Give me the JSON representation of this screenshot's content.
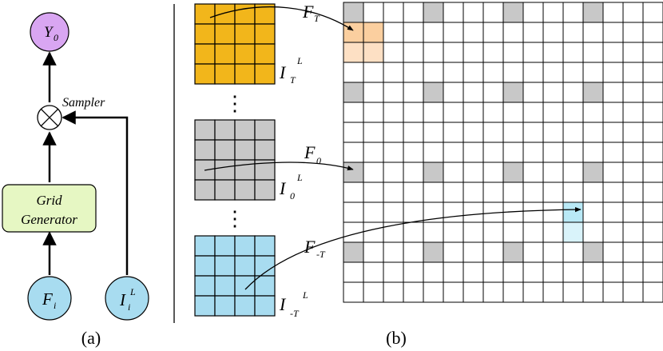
{
  "panel_a": {
    "caption": "(a)",
    "output_node": {
      "symbol": "Y",
      "subscript": "0",
      "color": "#d9a6f2"
    },
    "sampler": {
      "label": "Sampler",
      "symbol": "⊗"
    },
    "grid_generator": {
      "line1": "Grid",
      "line2": "Generator",
      "color": "#e6f7c3"
    },
    "input_f": {
      "symbol": "F",
      "subscript": "i",
      "color": "#a8dcf0"
    },
    "input_i": {
      "symbol": "I",
      "subscript": "i",
      "superscript": "L",
      "color": "#a8dcf0"
    }
  },
  "panel_b": {
    "caption": "(b)",
    "ellipsis": "⋮",
    "grid_rows": 15,
    "grid_cols": 16,
    "grid_ratio": 0.0,
    "small_grid_size": 4,
    "frames": [
      {
        "label_main": "I",
        "label_sub": "T",
        "label_sup": "L",
        "arrow_label": "F",
        "arrow_sub": "T",
        "fill": "#f2b61b",
        "highlight_light": "#fde0c4",
        "highlight_strong": "#fbcf9f"
      },
      {
        "label_main": "I",
        "label_sub": "0",
        "label_sup": "L",
        "arrow_label": "F",
        "arrow_sub": "0",
        "fill": "#c8c8c8"
      },
      {
        "label_main": "I",
        "label_sub": "-T",
        "label_sup": "L",
        "arrow_label": "F",
        "arrow_sub": "-T",
        "fill": "#a8dcf0",
        "highlight_light": "#d9f3fa",
        "highlight_strong": "#b9e9f6"
      }
    ],
    "gray_cell_color": "#c8c8c8"
  }
}
